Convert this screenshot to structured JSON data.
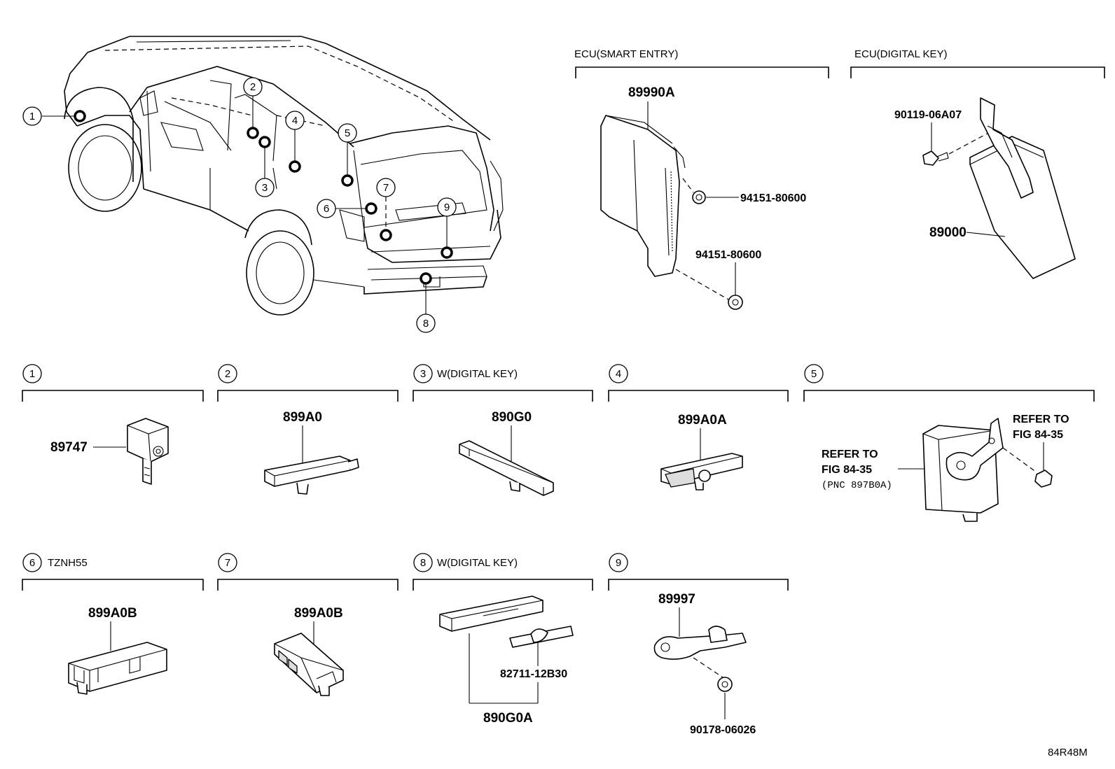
{
  "diagram": {
    "callout_numbers": [
      "1",
      "2",
      "3",
      "4",
      "5",
      "6",
      "7",
      "8",
      "9"
    ],
    "ecu_smart_entry": {
      "title": "ECU(SMART ENTRY)",
      "main_part": "89990A",
      "nut_upper": "94151-80600",
      "nut_lower": "94151-80600"
    },
    "ecu_digital_key": {
      "title": "ECU(DIGITAL KEY)",
      "bolt": "90119-06A07",
      "main_part": "89000"
    },
    "sections": [
      {
        "num": "1",
        "label": "",
        "part": "89747"
      },
      {
        "num": "2",
        "label": "",
        "part": "899A0"
      },
      {
        "num": "3",
        "label": "W(DIGITAL KEY)",
        "part": "890G0"
      },
      {
        "num": "4",
        "label": "",
        "part": "899A0A"
      },
      {
        "num": "5",
        "label": "",
        "refer_left_1": "REFER TO",
        "refer_left_2": "FIG 84-35",
        "refer_left_3": "(PNC 897B0A)",
        "refer_right_1": "REFER TO",
        "refer_right_2": "FIG 84-35"
      },
      {
        "num": "6",
        "label": "TZNH55",
        "part": "899A0B"
      },
      {
        "num": "7",
        "label": "",
        "part": "899A0B"
      },
      {
        "num": "8",
        "label": "W(DIGITAL KEY)",
        "part_upper": "82711-12B30",
        "part": "890G0A"
      },
      {
        "num": "9",
        "label": "",
        "part": "89997",
        "nut": "90178-06026"
      }
    ],
    "figure_code": "84R48M"
  }
}
